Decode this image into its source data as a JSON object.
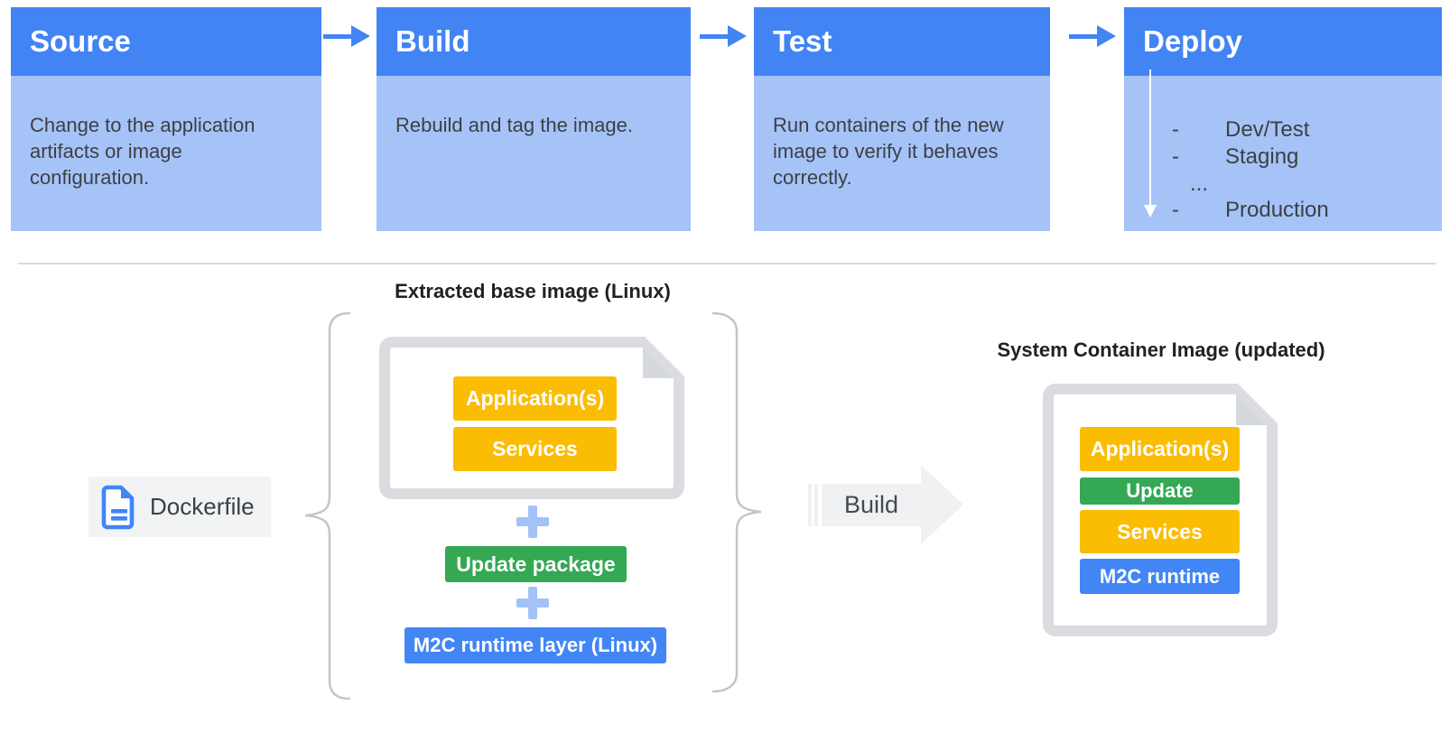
{
  "pipeline": {
    "stages": [
      {
        "title": "Source",
        "description": "Change to the application artifacts or image configuration."
      },
      {
        "title": "Build",
        "description": "Rebuild and tag the image."
      },
      {
        "title": "Test",
        "description": "Run containers of the new image to verify it behaves correctly."
      },
      {
        "title": "Deploy",
        "items": [
          {
            "bullet": "-",
            "label": "Dev/Test"
          },
          {
            "bullet": "-",
            "label": "Staging"
          },
          {
            "bullet": "",
            "label": "..."
          },
          {
            "bullet": "-",
            "label": "Production"
          }
        ]
      }
    ]
  },
  "build_flow": {
    "dockerfile_label": "Dockerfile",
    "extracted_title": "Extracted base image (Linux)",
    "extracted_layers": [
      {
        "label": "Application(s)",
        "color": "#FBBC04"
      },
      {
        "label": "Services",
        "color": "#FBBC04"
      }
    ],
    "plus_sign": "+",
    "update_package_label": "Update package",
    "m2c_layer_label": "M2C runtime layer (Linux)",
    "build_arrow_label": "Build",
    "result_title": "System Container Image (updated)",
    "result_layers": [
      {
        "label": "Application(s)",
        "color": "#FBBC04"
      },
      {
        "label": "Update",
        "color": "#34A853"
      },
      {
        "label": "Services",
        "color": "#FBBC04"
      },
      {
        "label": "M2C runtime",
        "color": "#4285F4"
      }
    ]
  },
  "icons": {
    "flow_arrow": "solid blue right arrow →",
    "deploy_sequence_arrow": "thin white down arrow ↓",
    "plus": "+",
    "dockerfile_document": "blue document sheet with folded corner and two text lines",
    "build_arrow": "large light-gray right arrow with speed stripes",
    "brace_left": "{",
    "brace_right": "}",
    "folded_corner": "page corner fold"
  },
  "colors": {
    "stage_header_blue": "#4284F3",
    "stage_body_blue": "#A6C3F8",
    "flow_arrow_blue": "#4284F3",
    "yellow": "#FBBC04",
    "green": "#34A853",
    "blue": "#4285F4",
    "plus_light_blue": "#A3C2F8",
    "chip_gray": "#F1F3F4",
    "doc_border_gray": "#DADCE0",
    "build_arrow_gray": "#F0F1F3",
    "divider_gray": "#D6D9DC",
    "body_text": "#3C4043",
    "title_text": "#202124",
    "white": "#FFFFFF"
  }
}
